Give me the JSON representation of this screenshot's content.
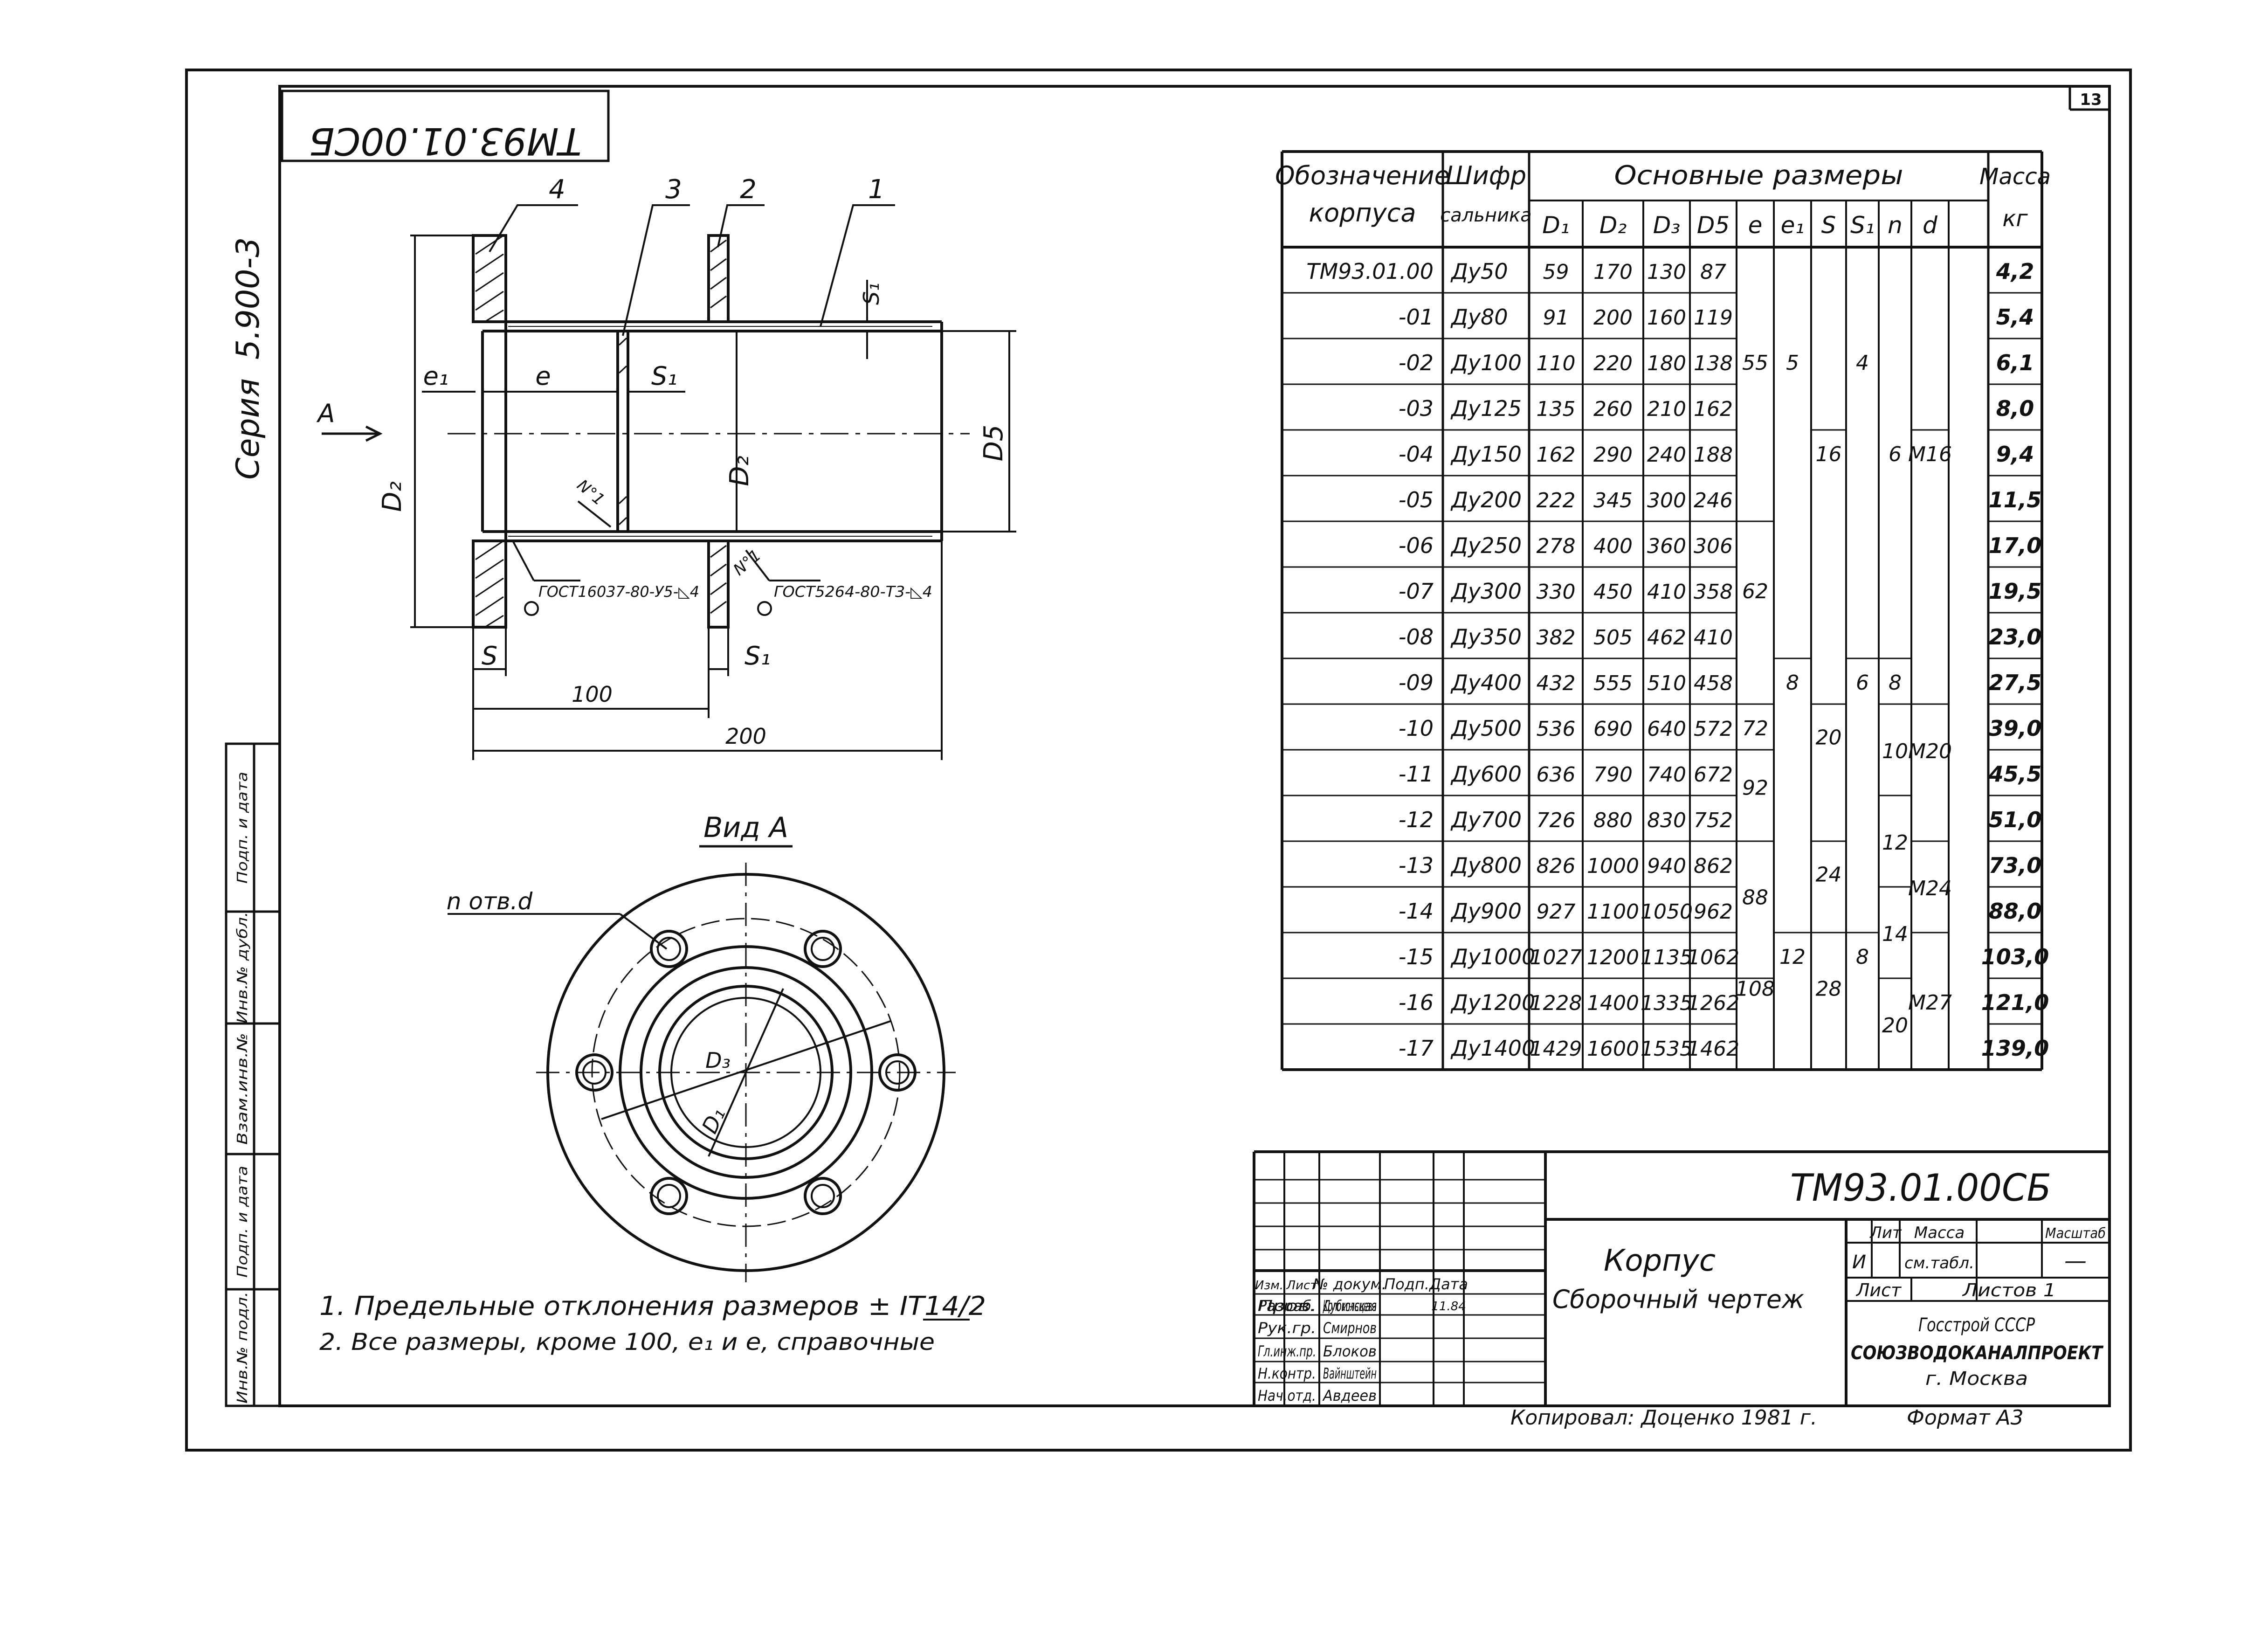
{
  "sheet": {
    "number": "13",
    "code_rotated": "ТМ93.01.00СБ",
    "series_label": "Серия",
    "series_value": "5.900-3",
    "copied_by": "Копировал: Доценко 1981 г.",
    "format": "Формат А3"
  },
  "side_strip": [
    "Инв.№ подл.",
    "Подп. и дата",
    "Взам.инв.№",
    "Инв.№ дубл.",
    "Подп. и дата"
  ],
  "drawing": {
    "callouts": [
      "4",
      "3",
      "2",
      "1"
    ],
    "dims": {
      "e1": "e₁",
      "e": "e",
      "S1": "S₁",
      "S": "S",
      "D2": "D₂",
      "D5": "D5",
      "len100": "100",
      "len200": "200",
      "arrow_A": "A",
      "N1": "N°1"
    },
    "weld1": "ГОСТ16037-80-У5-◺4",
    "weld2": "ГОСТ5264-80-Т3-◺4",
    "view_title": "Вид А",
    "view_holes": "n отв.d",
    "view_D3": "D₃",
    "view_D1": "D₁"
  },
  "notes": [
    "1. Предельные отклонения размеров ± IT14/2",
    "2. Все размеры, кроме 100, e₁ и e, справочные"
  ],
  "table": {
    "h_designation": "Обозначение корпуса",
    "h_cipher": "Шифр сальника",
    "h_main_dims": "Основные размеры",
    "h_mass": "Масса кг",
    "sub": [
      "D₁",
      "D₂",
      "D₃",
      "D5",
      "e",
      "e₁",
      "S",
      "S₁",
      "n",
      "d"
    ],
    "rows": [
      {
        "des": "ТМ93.01.00",
        "cip": "Ду50",
        "d1": "59",
        "d2": "170",
        "d3": "130",
        "d5": "87",
        "m": "4,2"
      },
      {
        "des": "-01",
        "cip": "Ду80",
        "d1": "91",
        "d2": "200",
        "d3": "160",
        "d5": "119",
        "m": "5,4"
      },
      {
        "des": "-02",
        "cip": "Ду100",
        "d1": "110",
        "d2": "220",
        "d3": "180",
        "d5": "138",
        "m": "6,1"
      },
      {
        "des": "-03",
        "cip": "Ду125",
        "d1": "135",
        "d2": "260",
        "d3": "210",
        "d5": "162",
        "m": "8,0"
      },
      {
        "des": "-04",
        "cip": "Ду150",
        "d1": "162",
        "d2": "290",
        "d3": "240",
        "d5": "188",
        "m": "9,4"
      },
      {
        "des": "-05",
        "cip": "Ду200",
        "d1": "222",
        "d2": "345",
        "d3": "300",
        "d5": "246",
        "m": "11,5"
      },
      {
        "des": "-06",
        "cip": "Ду250",
        "d1": "278",
        "d2": "400",
        "d3": "360",
        "d5": "306",
        "m": "17,0"
      },
      {
        "des": "-07",
        "cip": "Ду300",
        "d1": "330",
        "d2": "450",
        "d3": "410",
        "d5": "358",
        "m": "19,5"
      },
      {
        "des": "-08",
        "cip": "Ду350",
        "d1": "382",
        "d2": "505",
        "d3": "462",
        "d5": "410",
        "m": "23,0"
      },
      {
        "des": "-09",
        "cip": "Ду400",
        "d1": "432",
        "d2": "555",
        "d3": "510",
        "d5": "458",
        "m": "27,5"
      },
      {
        "des": "-10",
        "cip": "Ду500",
        "d1": "536",
        "d2": "690",
        "d3": "640",
        "d5": "572",
        "m": "39,0"
      },
      {
        "des": "-11",
        "cip": "Ду600",
        "d1": "636",
        "d2": "790",
        "d3": "740",
        "d5": "672",
        "m": "45,5"
      },
      {
        "des": "-12",
        "cip": "Ду700",
        "d1": "726",
        "d2": "880",
        "d3": "830",
        "d5": "752",
        "m": "51,0"
      },
      {
        "des": "-13",
        "cip": "Ду800",
        "d1": "826",
        "d2": "1000",
        "d3": "940",
        "d5": "862",
        "m": "73,0"
      },
      {
        "des": "-14",
        "cip": "Ду900",
        "d1": "927",
        "d2": "1100",
        "d3": "1050",
        "d5": "962",
        "m": "88,0"
      },
      {
        "des": "-15",
        "cip": "Ду1000",
        "d1": "1027",
        "d2": "1200",
        "d3": "1135",
        "d5": "1062",
        "m": "103,0"
      },
      {
        "des": "-16",
        "cip": "Ду1200",
        "d1": "1228",
        "d2": "1400",
        "d3": "1335",
        "d5": "1262",
        "m": "121,0"
      },
      {
        "des": "-17",
        "cip": "Ду1400",
        "d1": "1429",
        "d2": "1600",
        "d3": "1535",
        "d5": "1462",
        "m": "139,0"
      }
    ],
    "merged": {
      "e": [
        "55",
        "62",
        "72",
        "92",
        "88",
        "108"
      ],
      "e1": [
        "5",
        "8",
        "12"
      ],
      "S": [
        "16",
        "20",
        "24",
        "28"
      ],
      "S1": [
        "4",
        "6",
        "8"
      ],
      "n": [
        "6",
        "8",
        "10",
        "12",
        "14",
        "20"
      ],
      "d": [
        "M16",
        "M20",
        "M24",
        "M27"
      ]
    }
  },
  "title_block": {
    "code": "ТМ93.01.00СБ",
    "name1": "Корпус",
    "name2": "Сборочный чертеж",
    "h_izm": "Изм.",
    "h_list": "Лист",
    "h_doc": "№ докум.",
    "h_sign": "Подп.",
    "h_date": "Дата",
    "roles": [
      "Разраб.",
      "Пров.",
      "Рук.гр.",
      "Гл.инж.пр.",
      "Н.контр.",
      "Нач.отд."
    ],
    "names": [
      "Дубинская",
      "Колокольцева",
      "Смирнов",
      "Блоков",
      "Вайнштейн",
      "Авдеев"
    ],
    "date1": "11.84",
    "lit_h": "Лит",
    "mass_h": "Масса",
    "scale_h": "Масштаб",
    "lit": "И",
    "mass": "см.табл.",
    "scale": "—",
    "sheet": "Лист",
    "sheets": "Листов 1",
    "org1": "Госстрой СССР",
    "org2": "СОЮЗВОДОКАНАЛПРОЕКТ",
    "org3": "г. Москва"
  }
}
